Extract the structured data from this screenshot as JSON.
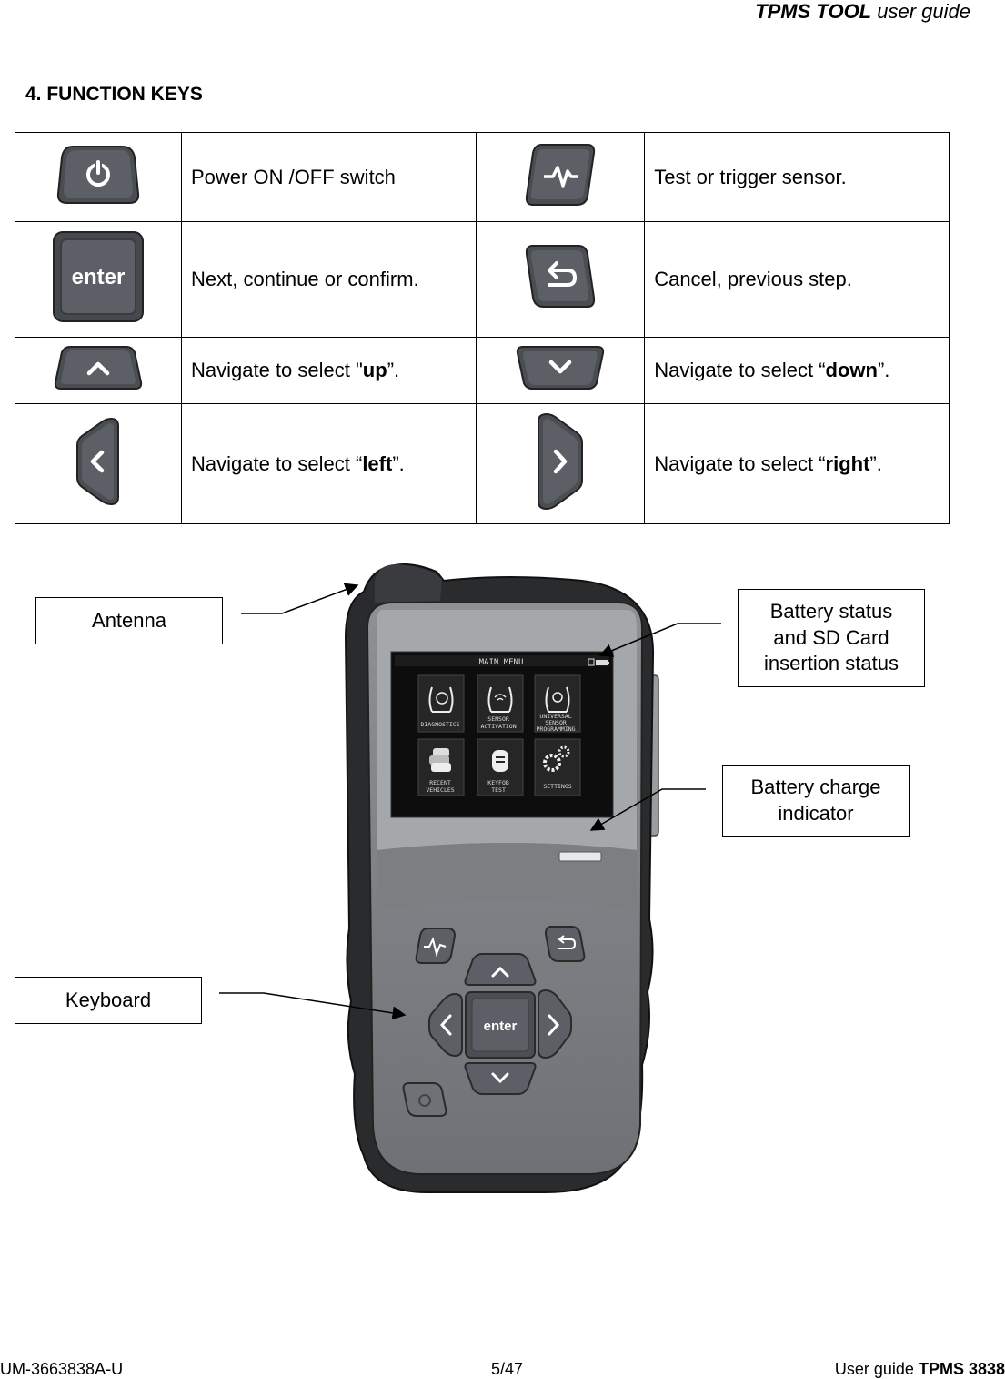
{
  "header": {
    "brand": "TPMS TOOL",
    "suffix": "user guide"
  },
  "section_title": "4. FUNCTION KEYS",
  "keys": [
    {
      "icon": "power-icon",
      "text": "Power ON /OFF switch"
    },
    {
      "icon": "pulse-icon",
      "text": "Test or trigger sensor."
    },
    {
      "icon": "enter-icon",
      "key_label": "enter",
      "text": "Next, continue or confirm."
    },
    {
      "icon": "back-arrow-icon",
      "text": "Cancel, previous step."
    },
    {
      "icon": "chevron-up-icon",
      "text_pre": "Navigate to select \"",
      "text_bold": "up",
      "text_post": "”."
    },
    {
      "icon": "chevron-down-icon",
      "text_pre": "Navigate to select “",
      "text_bold": "down",
      "text_post": "”."
    },
    {
      "icon": "chevron-left-icon",
      "text_pre": "Navigate to select “",
      "text_bold": "left",
      "text_post": "”."
    },
    {
      "icon": "chevron-right-icon",
      "text_pre": "Navigate to select “",
      "text_bold": "right",
      "text_post": "”."
    }
  ],
  "callouts": {
    "antenna": "Antenna",
    "battery_status_lines": [
      "Battery status",
      "and SD Card",
      "insertion status"
    ],
    "battery_charge_lines": [
      "Battery charge",
      "indicator"
    ],
    "keyboard": "Keyboard"
  },
  "device_screen": {
    "title": "MAIN MENU",
    "menu": [
      {
        "lines": [
          "DIAGNOSTICS"
        ],
        "icon": "tire-search-icon"
      },
      {
        "lines": [
          "SENSOR",
          "ACTIVATION"
        ],
        "icon": "tire-signal-icon"
      },
      {
        "lines": [
          "UNIVERSAL",
          "SENSOR",
          "PROGRAMMING"
        ],
        "icon": "tire-sensor-icon"
      },
      {
        "lines": [
          "RECENT",
          "VEHICLES"
        ],
        "icon": "car-stack-icon"
      },
      {
        "lines": [
          "KEYFOB",
          "TEST"
        ],
        "icon": "keyfob-icon"
      },
      {
        "lines": [
          "SETTINGS"
        ],
        "icon": "gears-icon"
      }
    ],
    "enter_label": "enter"
  },
  "footer": {
    "left": "UM-3663838A-U",
    "center": "5/47",
    "right_pre": "User guide ",
    "right_bold": "TPMS 3838"
  }
}
